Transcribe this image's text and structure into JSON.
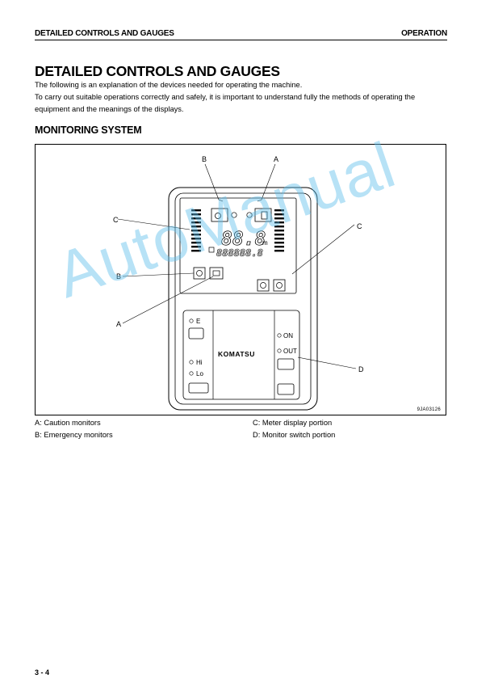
{
  "header": {
    "left": "DETAILED CONTROLS AND GAUGES",
    "right": "OPERATION"
  },
  "title": "DETAILED CONTROLS AND GAUGES",
  "intro": [
    "The following is an explanation of the devices needed for operating the machine.",
    "To carry out suitable operations correctly and safely, it is important to understand fully the methods of operating the equipment and the meanings of the displays."
  ],
  "section_title": "MONITORING SYSTEM",
  "figure": {
    "code": "9JA03126",
    "callouts": {
      "a": "A",
      "b": "B",
      "c": "C",
      "d": "D"
    },
    "panel": {
      "speed_digits": "88.8",
      "speed_unit": "m",
      "hour_digits": "888888.8",
      "logo": "KOMATSU",
      "sw_e": "E",
      "sw_on": "ON",
      "sw_out": "OUT",
      "sw_hi": "Hi",
      "sw_lo": "Lo"
    }
  },
  "legend": {
    "a": "A: Caution monitors",
    "b": "B: Emergency monitors",
    "c": "C: Meter display portion",
    "d": "D: Monitor switch portion"
  },
  "watermark": "AutoManual",
  "page_number": "3 - 4"
}
